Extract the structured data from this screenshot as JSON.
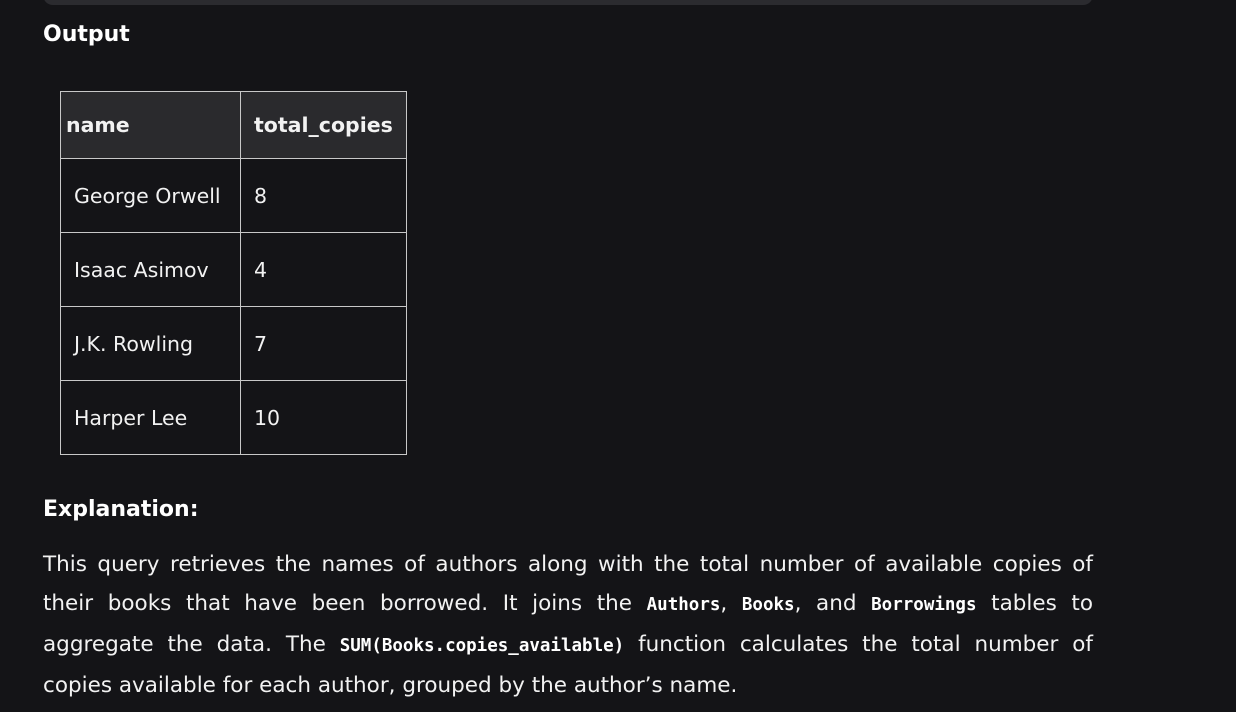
{
  "output_heading": "Output",
  "table": {
    "headers": [
      "name",
      "total_copies"
    ],
    "rows": [
      [
        "George Orwell",
        "8"
      ],
      [
        "Isaac Asimov",
        "4"
      ],
      [
        "J.K. Rowling",
        "7"
      ],
      [
        "Harper Lee",
        "10"
      ]
    ]
  },
  "explanation": {
    "heading": "Explanation:",
    "seg1": "This query retrieves the names of authors along with the total number of available copies of their books that have been borrowed. It joins the ",
    "code_authors": "Authors",
    "seg2": ", ",
    "code_books": "Books",
    "seg3": ", and ",
    "code_borrowings": "Borrowings",
    "seg4": " tables to aggregate the data. The ",
    "code_sum": "SUM(Books.copies_available)",
    "seg5": " function calculates the total number of copies available for each author, grouped by the author’s name."
  }
}
